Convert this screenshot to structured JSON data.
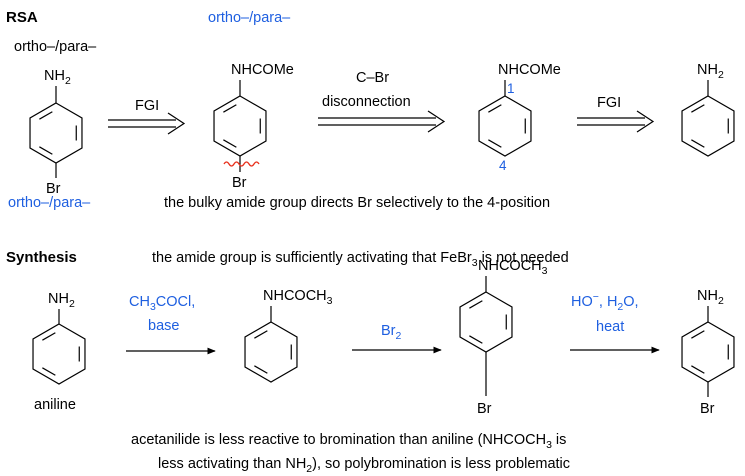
{
  "colors": {
    "text": "#000000",
    "accent": "#1e5fe0",
    "disconnection": "#e8301c"
  },
  "rsa": {
    "title": "RSA",
    "target_director_note": "ortho–/para–",
    "target_br_director_note": "ortho–/para–",
    "target_top_group": "NH",
    "target_top_group_sub": "2",
    "target_bottom_group": "Br",
    "arrow1_label": "FGI",
    "amide_director_note": "ortho–/para–",
    "amide_top_group": "NHCOMe",
    "amide_bottom_group": "Br",
    "arrow2_label_line1": "C–Br",
    "arrow2_label_line2": "disconnection",
    "acetanilide_top_group": "NHCOMe",
    "position_1": "1",
    "position_4": "4",
    "arrow3_label": "FGI",
    "aniline_top_group": "NH",
    "aniline_top_group_sub": "2",
    "note": "the bulky amide group directs Br selectively to the 4-position"
  },
  "synthesis": {
    "title": "Synthesis",
    "note_pre": "the amide group is sufficiently activating that FeBr",
    "note_sub": "3",
    "note_post": " is not needed",
    "aniline_top_group": "NH",
    "aniline_top_group_sub": "2",
    "aniline_name": "aniline",
    "step1_reagent_pre": "CH",
    "step1_reagent_sub": "3",
    "step1_reagent_post": "COCl,",
    "step1_reagent_line2": "base",
    "acetanilide_top_group_pre": "NHCOCH",
    "acetanilide_top_group_sub": "3",
    "step2_reagent": "Br",
    "step2_reagent_sub": "2",
    "bromo_top_group_pre": "NHCOCH",
    "bromo_top_group_sub": "3",
    "bromo_bottom_group": "Br",
    "step3_reagent_pre": "HO",
    "step3_reagent_sup": "−",
    "step3_reagent_mid": ", H",
    "step3_reagent_sub": "2",
    "step3_reagent_post": "O,",
    "step3_reagent_line2": "heat",
    "product_top_group": "NH",
    "product_top_group_sub": "2",
    "product_bottom_group": "Br",
    "bottom_note_line1_pre": "acetanilide is less reactive to bromination than aniline (NHCOCH",
    "bottom_note_line1_sub": "3",
    "bottom_note_line1_post": " is",
    "bottom_note_line2_pre": "less activating than NH",
    "bottom_note_line2_sub": "2",
    "bottom_note_line2_post": "), so polybromination is less problematic"
  }
}
